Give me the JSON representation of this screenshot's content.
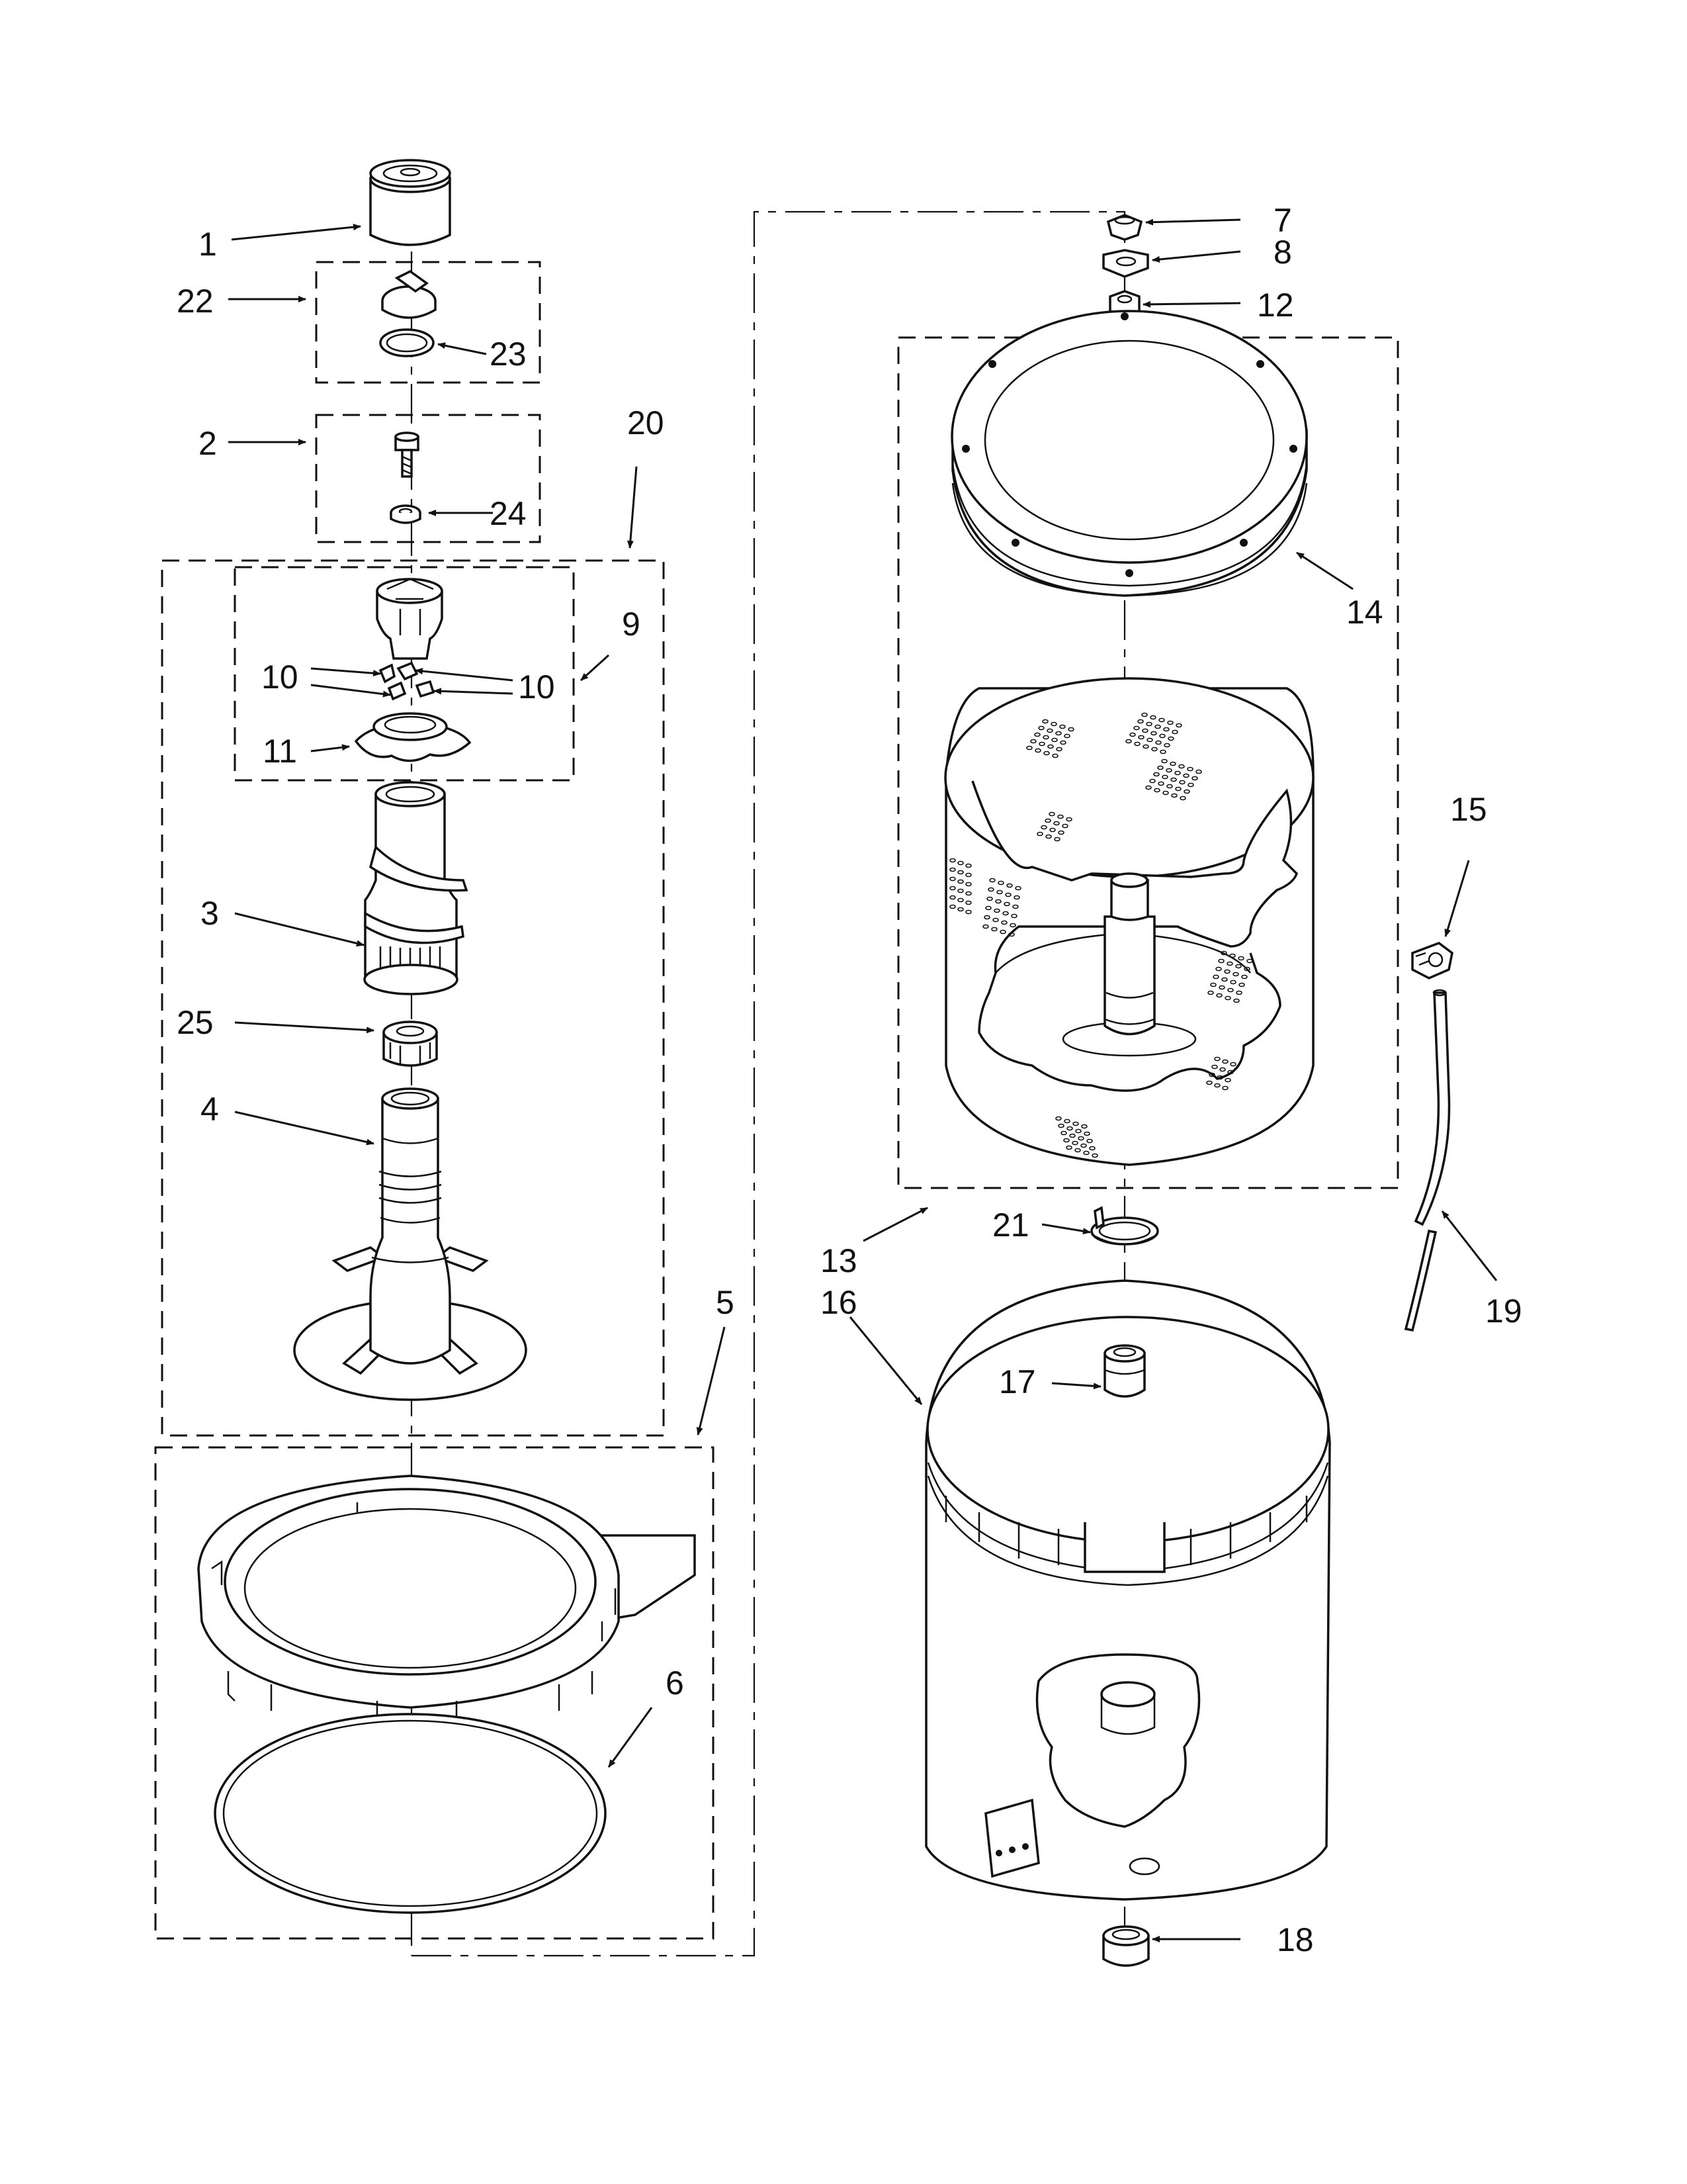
{
  "diagram": {
    "callouts": [
      {
        "id": "1",
        "label": "1"
      },
      {
        "id": "2",
        "label": "2"
      },
      {
        "id": "3",
        "label": "3"
      },
      {
        "id": "4",
        "label": "4"
      },
      {
        "id": "5",
        "label": "5"
      },
      {
        "id": "6",
        "label": "6"
      },
      {
        "id": "7",
        "label": "7"
      },
      {
        "id": "8",
        "label": "8"
      },
      {
        "id": "9",
        "label": "9"
      },
      {
        "id": "10a",
        "label": "10"
      },
      {
        "id": "10b",
        "label": "10"
      },
      {
        "id": "11",
        "label": "11"
      },
      {
        "id": "12",
        "label": "12"
      },
      {
        "id": "13",
        "label": "13"
      },
      {
        "id": "14",
        "label": "14"
      },
      {
        "id": "15",
        "label": "15"
      },
      {
        "id": "16",
        "label": "16"
      },
      {
        "id": "17",
        "label": "17"
      },
      {
        "id": "18",
        "label": "18"
      },
      {
        "id": "19",
        "label": "19"
      },
      {
        "id": "20",
        "label": "20"
      },
      {
        "id": "21",
        "label": "21"
      },
      {
        "id": "22",
        "label": "22"
      },
      {
        "id": "23",
        "label": "23"
      },
      {
        "id": "24",
        "label": "24"
      },
      {
        "id": "25",
        "label": "25"
      }
    ]
  }
}
